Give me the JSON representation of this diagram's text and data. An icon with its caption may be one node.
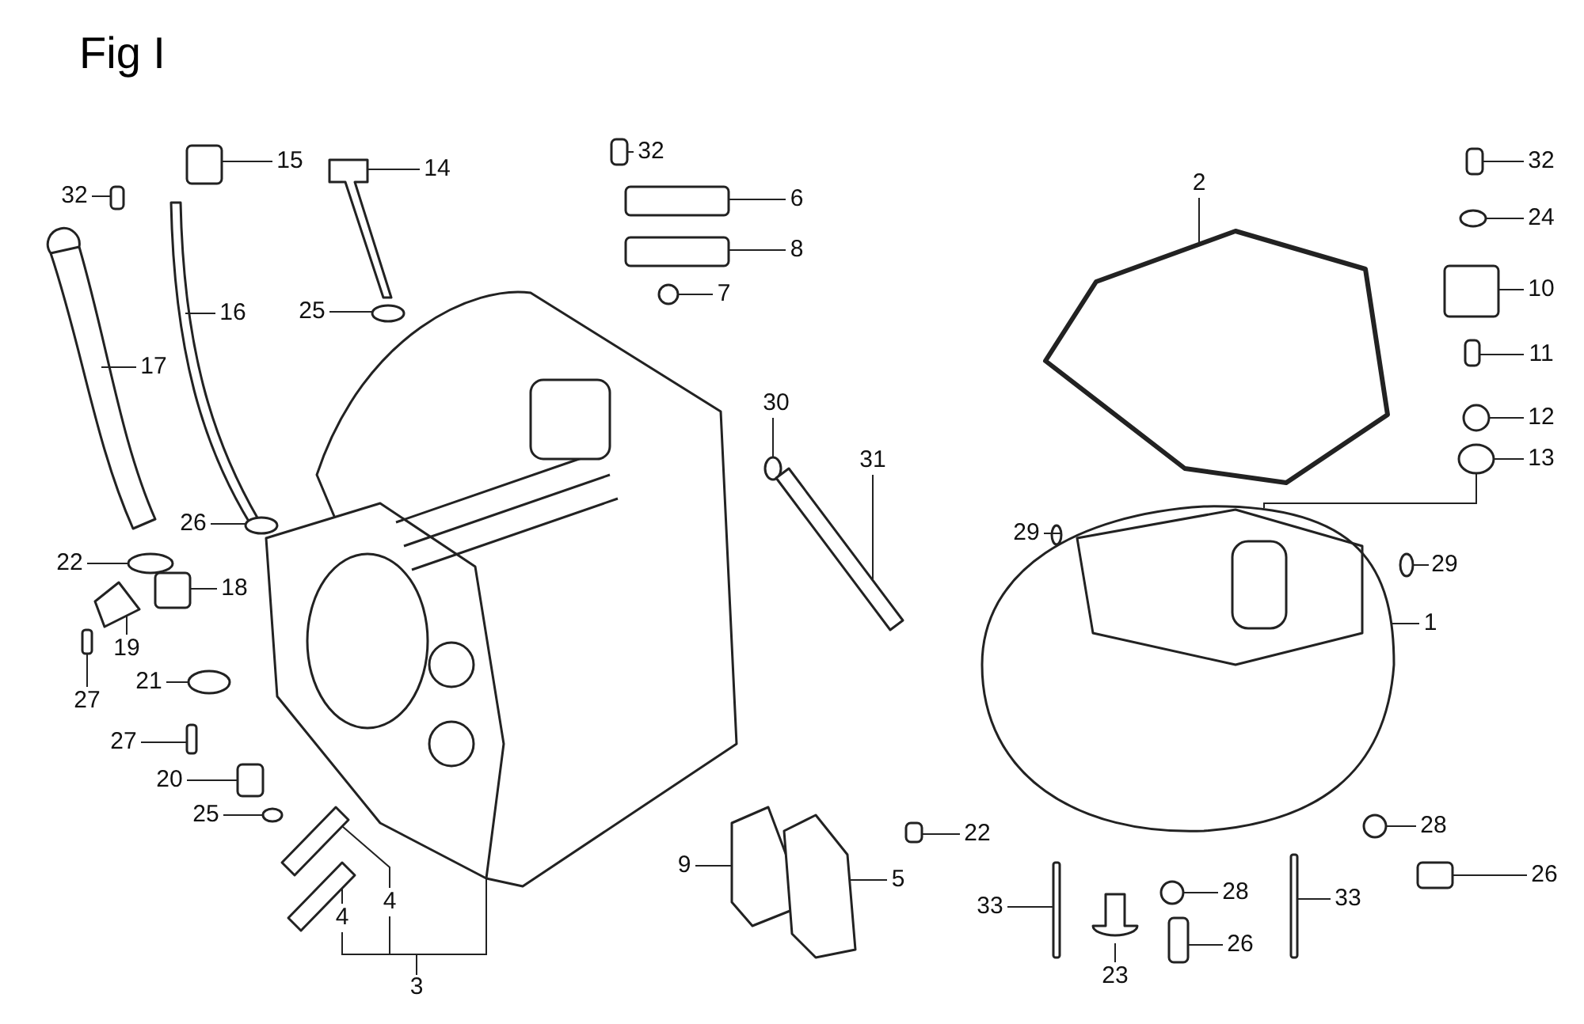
{
  "diagram": {
    "title": "Fig I",
    "nodes": [
      {
        "text": [
          "32"
        ]
      },
      {
        "text": [
          "15"
        ]
      },
      {
        "text": [
          "14"
        ]
      },
      {
        "text": [
          "32"
        ]
      },
      {
        "text": [
          "6"
        ]
      },
      {
        "text": [
          "8"
        ]
      },
      {
        "text": [
          "7"
        ]
      },
      {
        "text": [
          "2"
        ]
      },
      {
        "text": [
          "32"
        ]
      },
      {
        "text": [
          "24"
        ]
      },
      {
        "text": [
          "10"
        ]
      },
      {
        "text": [
          "11"
        ]
      },
      {
        "text": [
          "12"
        ]
      },
      {
        "text": [
          "13"
        ]
      },
      {
        "text": [
          "16"
        ]
      },
      {
        "text": [
          "17"
        ]
      },
      {
        "text": [
          "25"
        ]
      },
      {
        "text": [
          "30"
        ]
      },
      {
        "text": [
          "31"
        ]
      },
      {
        "text": [
          "26"
        ]
      },
      {
        "text": [
          "22"
        ]
      },
      {
        "text": [
          "18"
        ]
      },
      {
        "text": [
          "19"
        ]
      },
      {
        "text": [
          "27"
        ]
      },
      {
        "text": [
          "21"
        ]
      },
      {
        "text": [
          "27"
        ]
      },
      {
        "text": [
          "20"
        ]
      },
      {
        "text": [
          "25"
        ]
      },
      {
        "text": [
          "4"
        ]
      },
      {
        "text": [
          "4"
        ]
      },
      {
        "text": [
          "3"
        ]
      },
      {
        "text": [
          "29"
        ]
      },
      {
        "text": [
          "29"
        ]
      },
      {
        "text": [
          "1"
        ]
      },
      {
        "text": [
          "9"
        ]
      },
      {
        "text": [
          "22"
        ]
      },
      {
        "text": [
          "5"
        ]
      },
      {
        "text": [
          "28"
        ]
      },
      {
        "text": [
          "28"
        ]
      },
      {
        "text": [
          "26"
        ]
      },
      {
        "text": [
          "33"
        ]
      },
      {
        "text": [
          "33"
        ]
      },
      {
        "text": [
          "23"
        ]
      },
      {
        "text": [
          "26"
        ]
      },
      {
        "text": [],
        "shape": "box"
      },
      {
        "text": [],
        "shape": "box"
      },
      {
        "text": [],
        "shape": "picture"
      },
      {
        "text": [],
        "shape": "box"
      },
      {
        "text": [],
        "shape": "box"
      },
      {
        "text": [],
        "shape": "box"
      },
      {
        "text": [],
        "shape": "circle"
      },
      {
        "text": [],
        "shape": "picture"
      },
      {
        "text": [],
        "shape": "box"
      },
      {
        "text": [],
        "shape": "circle"
      },
      {
        "text": [],
        "shape": "box"
      },
      {
        "text": [],
        "shape": "box"
      },
      {
        "text": [],
        "shape": "circle"
      },
      {
        "text": [],
        "shape": "circle"
      },
      {
        "text": [],
        "shape": "picture"
      },
      {
        "text": [],
        "shape": "picture"
      },
      {
        "text": [],
        "shape": "circle"
      },
      {
        "text": [],
        "shape": "circle"
      },
      {
        "text": [],
        "shape": "picture"
      },
      {
        "text": [],
        "shape": "circle"
      },
      {
        "text": [],
        "shape": "circle"
      },
      {
        "text": [],
        "shape": "box"
      },
      {
        "text": [],
        "shape": "picture"
      },
      {
        "text": [],
        "shape": "box"
      },
      {
        "text": [],
        "shape": "circle"
      },
      {
        "text": [],
        "shape": "box"
      },
      {
        "text": [],
        "shape": "box"
      },
      {
        "text": [],
        "shape": "circle"
      },
      {
        "text": [],
        "shape": "picture"
      },
      {
        "text": [],
        "shape": "picture"
      },
      {
        "text": [],
        "shape": "picture"
      },
      {
        "text": [],
        "shape": "circle"
      },
      {
        "text": [],
        "shape": "circle"
      },
      {
        "text": [],
        "shape": "picture"
      },
      {
        "text": [],
        "shape": "picture"
      },
      {
        "text": [],
        "shape": "box"
      },
      {
        "text": [],
        "shape": "picture"
      },
      {
        "text": [],
        "shape": "circle"
      },
      {
        "text": [],
        "shape": "circle"
      },
      {
        "text": [],
        "shape": "box"
      },
      {
        "text": [],
        "shape": "box"
      },
      {
        "text": [],
        "shape": "box"
      },
      {
        "text": [],
        "shape": "picture"
      },
      {
        "text": [],
        "shape": "box"
      }
    ],
    "edges": [
      {
        "from": 0,
        "to": 44,
        "arrow": "none"
      },
      {
        "from": 1,
        "to": 45,
        "arrow": "none"
      },
      {
        "from": 2,
        "to": 46,
        "arrow": "none"
      },
      {
        "from": 3,
        "to": 47,
        "arrow": "none"
      },
      {
        "from": 4,
        "to": 48,
        "arrow": "none"
      },
      {
        "from": 5,
        "to": 49,
        "arrow": "none"
      },
      {
        "from": 6,
        "to": 50,
        "arrow": "none"
      },
      {
        "from": 7,
        "to": 51,
        "arrow": "none"
      },
      {
        "from": 8,
        "to": 52,
        "arrow": "none"
      },
      {
        "from": 9,
        "to": 53,
        "arrow": "none"
      },
      {
        "from": 10,
        "to": 54,
        "arrow": "none"
      },
      {
        "from": 11,
        "to": 55,
        "arrow": "none"
      },
      {
        "from": 12,
        "to": 56,
        "arrow": "none"
      },
      {
        "from": 13,
        "to": 57,
        "arrow": "none"
      },
      {
        "from": 14,
        "to": 58,
        "arrow": "none"
      },
      {
        "from": 15,
        "to": 59,
        "arrow": "none"
      },
      {
        "from": 16,
        "to": 60,
        "arrow": "none"
      },
      {
        "from": 17,
        "to": 61,
        "arrow": "none"
      },
      {
        "from": 18,
        "to": 62,
        "arrow": "none"
      },
      {
        "from": 19,
        "to": 63,
        "arrow": "none"
      },
      {
        "from": 20,
        "to": 64,
        "arrow": "none"
      },
      {
        "from": 21,
        "to": 65,
        "arrow": "none"
      },
      {
        "from": 22,
        "to": 66,
        "arrow": "none"
      },
      {
        "from": 23,
        "to": 67,
        "arrow": "none"
      },
      {
        "from": 24,
        "to": 68,
        "arrow": "none"
      },
      {
        "from": 25,
        "to": 69,
        "arrow": "none"
      },
      {
        "from": 26,
        "to": 70,
        "arrow": "none"
      },
      {
        "from": 27,
        "to": 71,
        "arrow": "none"
      },
      {
        "from": 28,
        "to": 72,
        "arrow": "none"
      },
      {
        "from": 29,
        "to": 73,
        "arrow": "none"
      },
      {
        "from": 30,
        "to": 74,
        "arrow": "none"
      },
      {
        "from": 31,
        "to": 75,
        "arrow": "none"
      },
      {
        "from": 32,
        "to": 76,
        "arrow": "none"
      },
      {
        "from": 33,
        "to": 77,
        "arrow": "none"
      },
      {
        "from": 34,
        "to": 78,
        "arrow": "none"
      },
      {
        "from": 35,
        "to": 79,
        "arrow": "none"
      },
      {
        "from": 36,
        "to": 80,
        "arrow": "none"
      },
      {
        "from": 37,
        "to": 81,
        "arrow": "none"
      },
      {
        "from": 38,
        "to": 82,
        "arrow": "none"
      },
      {
        "from": 39,
        "to": 83,
        "arrow": "none"
      },
      {
        "from": 40,
        "to": 84,
        "arrow": "none"
      },
      {
        "from": 41,
        "to": 85,
        "arrow": "none"
      },
      {
        "from": 42,
        "to": 86,
        "arrow": "none"
      },
      {
        "from": 43,
        "to": 87,
        "arrow": "none"
      },
      {
        "from": 30,
        "to": 29,
        "arrow": "none"
      },
      {
        "from": 30,
        "to": 28,
        "arrow": "none"
      },
      {
        "from": 57,
        "to": 77,
        "arrow": "none"
      }
    ]
  }
}
